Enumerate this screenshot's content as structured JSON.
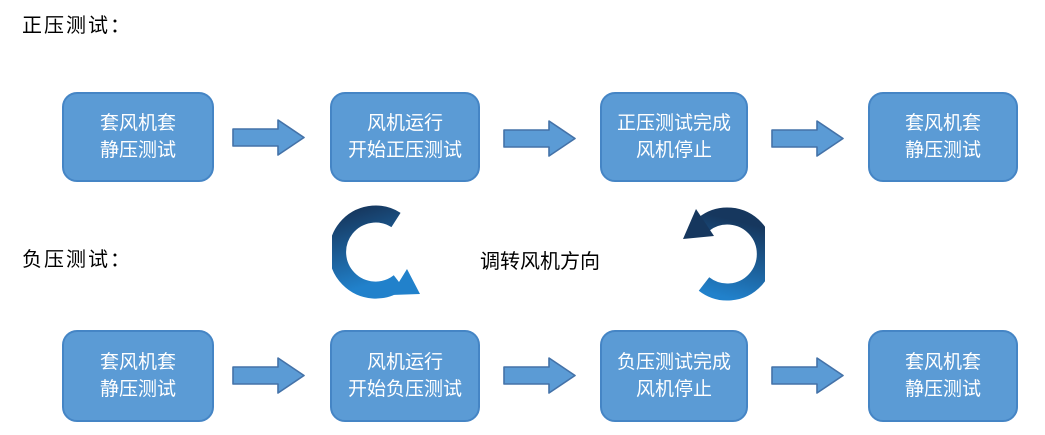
{
  "labels": {
    "positive_title": "正压测试：",
    "negative_title": "负压测试：",
    "center_note": "调转风机方向"
  },
  "colors": {
    "box_fill": "#5B9BD5",
    "box_border": "#4585C5",
    "box_text": "#FFFFFF",
    "arrow_fill": "#5B9BD5",
    "arrow_border": "#4472A8",
    "curved_dark": "#16375E",
    "curved_light": "#2181CB",
    "label_text": "#000000",
    "background": "#FFFFFF"
  },
  "icons": {
    "straight_arrow": "right-block-arrow",
    "left_curve": "curved-cycle-arrow-down",
    "right_curve": "curved-cycle-arrow-up"
  },
  "positive_row": {
    "boxes": [
      {
        "line1": "套风机套",
        "line2": "静压测试"
      },
      {
        "line1": "风机运行",
        "line2": "开始正压测试"
      },
      {
        "line1": "正压测试完成",
        "line2": "风机停止"
      },
      {
        "line1": "套风机套",
        "line2": "静压测试"
      }
    ]
  },
  "negative_row": {
    "boxes": [
      {
        "line1": "套风机套",
        "line2": "静压测试"
      },
      {
        "line1": "风机运行",
        "line2": "开始负压测试"
      },
      {
        "line1": "负压测试完成",
        "line2": "风机停止"
      },
      {
        "line1": "套风机套",
        "line2": "静压测试"
      }
    ]
  }
}
